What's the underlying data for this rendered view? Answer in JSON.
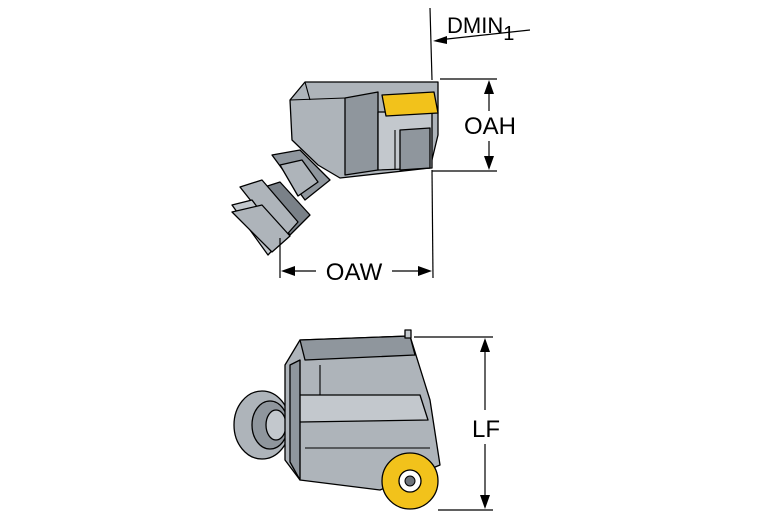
{
  "dimensions": {
    "dmin": {
      "base": "DMIN",
      "subscript": "1"
    },
    "oah": "OAH",
    "oaw": "OAW",
    "lf": "LF"
  },
  "colors": {
    "body": "#aeb4ba",
    "body_shadow": "#8f969d",
    "insert": "#f2c21b",
    "outline": "#000000"
  }
}
